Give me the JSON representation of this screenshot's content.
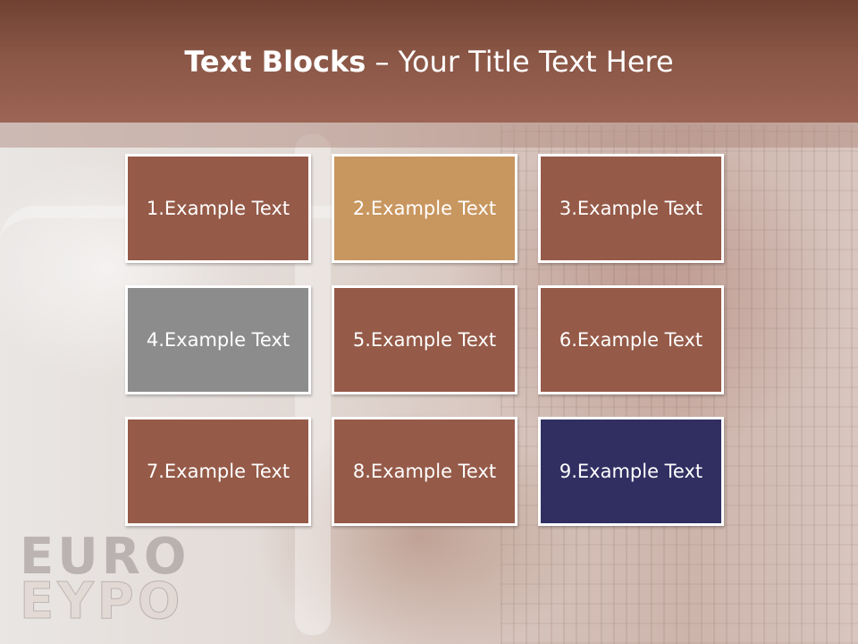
{
  "header": {
    "title_bold": "Text Blocks",
    "title_dash": " – ",
    "title_rest": "Your Title Text Here"
  },
  "background": {
    "euro_word": "EURO",
    "eypo_word": "EYPO"
  },
  "blocks": [
    {
      "label": "1.Example Text",
      "color": "#955a48"
    },
    {
      "label": "2.Example Text",
      "color": "#c8965f"
    },
    {
      "label": "3.Example Text",
      "color": "#955a48"
    },
    {
      "label": "4.Example Text",
      "color": "#8c8c8c"
    },
    {
      "label": "5.Example Text",
      "color": "#955a48"
    },
    {
      "label": "6.Example Text",
      "color": "#955a48"
    },
    {
      "label": "7.Example Text",
      "color": "#955a48"
    },
    {
      "label": "8.Example Text",
      "color": "#955a48"
    },
    {
      "label": "9.Example Text",
      "color": "#312f62"
    }
  ]
}
